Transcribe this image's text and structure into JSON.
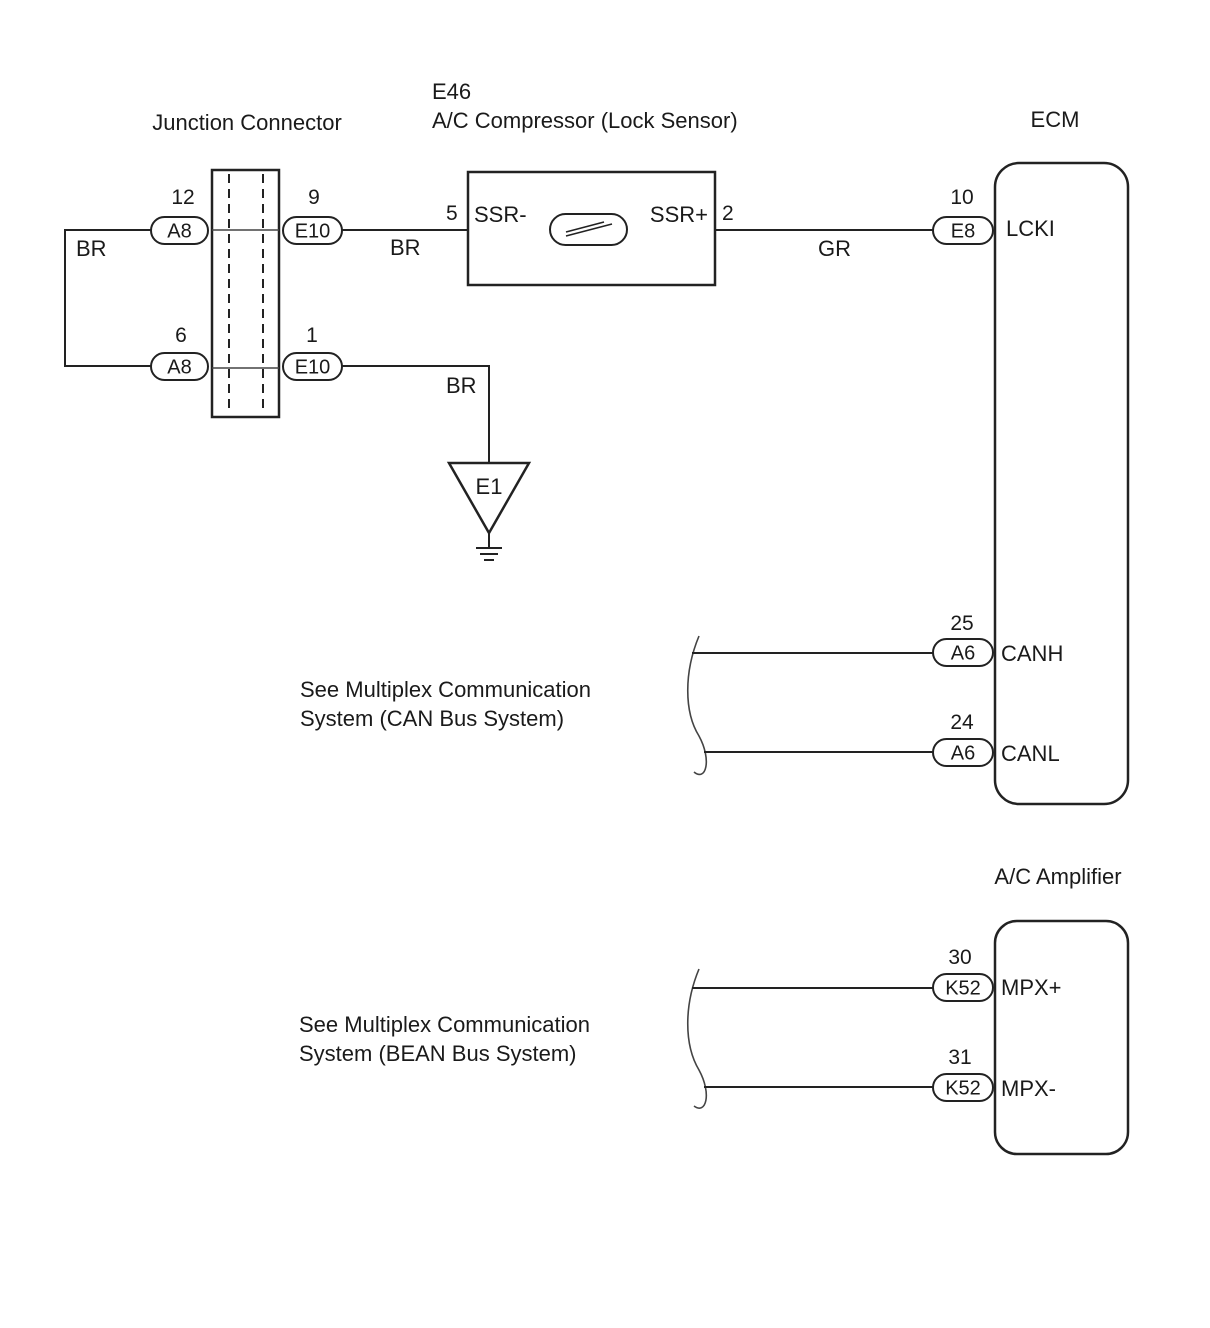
{
  "components": {
    "junction_connector": {
      "label": "Junction Connector"
    },
    "compressor": {
      "code": "E46",
      "label": "A/C Compressor (Lock Sensor)",
      "terminal_neg": "SSR-",
      "terminal_pos": "SSR+",
      "pin_neg": "5",
      "pin_pos": "2"
    },
    "ecm": {
      "label": "ECM"
    },
    "ac_amplifier": {
      "label": "A/C Amplifier"
    },
    "ground": {
      "code": "E1"
    }
  },
  "connectors": {
    "jc_a8_top": {
      "pin": "12",
      "code": "A8"
    },
    "jc_e10_top": {
      "pin": "9",
      "code": "E10"
    },
    "jc_a8_bottom": {
      "pin": "6",
      "code": "A8"
    },
    "jc_e10_bottom": {
      "pin": "1",
      "code": "E10"
    },
    "ecm_lcki": {
      "pin": "10",
      "code": "E8",
      "terminal": "LCKI"
    },
    "ecm_canh": {
      "pin": "25",
      "code": "A6",
      "terminal": "CANH"
    },
    "ecm_canl": {
      "pin": "24",
      "code": "A6",
      "terminal": "CANL"
    },
    "amp_mpx_pos": {
      "pin": "30",
      "code": "K52",
      "terminal": "MPX+"
    },
    "amp_mpx_neg": {
      "pin": "31",
      "code": "K52",
      "terminal": "MPX-"
    }
  },
  "wires": {
    "loop_color": "BR",
    "jc_to_compressor_color": "BR",
    "compressor_to_ecm_color": "GR",
    "jc_to_ground_color": "BR"
  },
  "notes": {
    "can": {
      "line1": "See Multiplex Communication",
      "line2": "System (CAN Bus System)"
    },
    "bean": {
      "line1": "See Multiplex Communication",
      "line2": "System (BEAN Bus System)"
    }
  }
}
